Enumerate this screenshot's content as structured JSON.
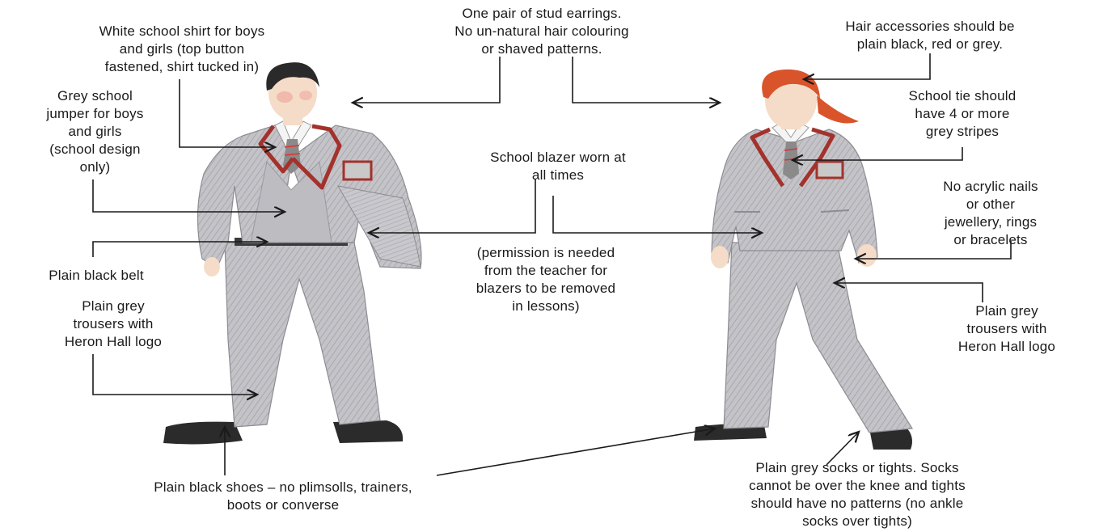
{
  "labels": {
    "earrings": [
      "One pair of stud earrings.",
      "No un-natural hair colouring",
      "or shaved patterns."
    ],
    "shirt": [
      "White school shirt for boys",
      "and girls (top button",
      "fastened, shirt tucked in)"
    ],
    "hair_accessories": [
      "Hair accessories should be",
      "plain black, red or grey."
    ],
    "jumper": [
      "Grey school",
      "jumper for boys",
      "and girls",
      "(school design",
      "only)"
    ],
    "tie": [
      "School tie should",
      "have 4 or more",
      "grey stripes"
    ],
    "blazer": [
      "School blazer worn at",
      "all times"
    ],
    "nails": [
      "No acrylic nails",
      "or other",
      "jewellery, rings",
      "or bracelets"
    ],
    "belt": [
      "Plain black belt"
    ],
    "blazer_note": [
      "(permission is needed",
      "from the teacher for",
      "blazers to be removed",
      "in lessons)"
    ],
    "trousers_left": [
      "Plain grey",
      "trousers with",
      "Heron Hall logo"
    ],
    "trousers_right": [
      "Plain grey",
      "trousers with",
      "Heron Hall logo"
    ],
    "shoes": [
      "Plain black shoes – no plimsolls, trainers,",
      "boots or converse"
    ],
    "socks": [
      "Plain grey socks or tights.  Socks",
      "cannot be over the knee and tights",
      "should have no patterns (no ankle",
      "socks over tights)"
    ]
  },
  "colors": {
    "blazer": "#b9b8bd",
    "trim": "#a3322c",
    "hair_boy": "#2a2a2a",
    "hair_girl": "#d9542b",
    "skin": "#f5dcc8",
    "shoes": "#2b2b2b",
    "shirt": "#f4f4f4",
    "text": "#1a1a1a"
  }
}
